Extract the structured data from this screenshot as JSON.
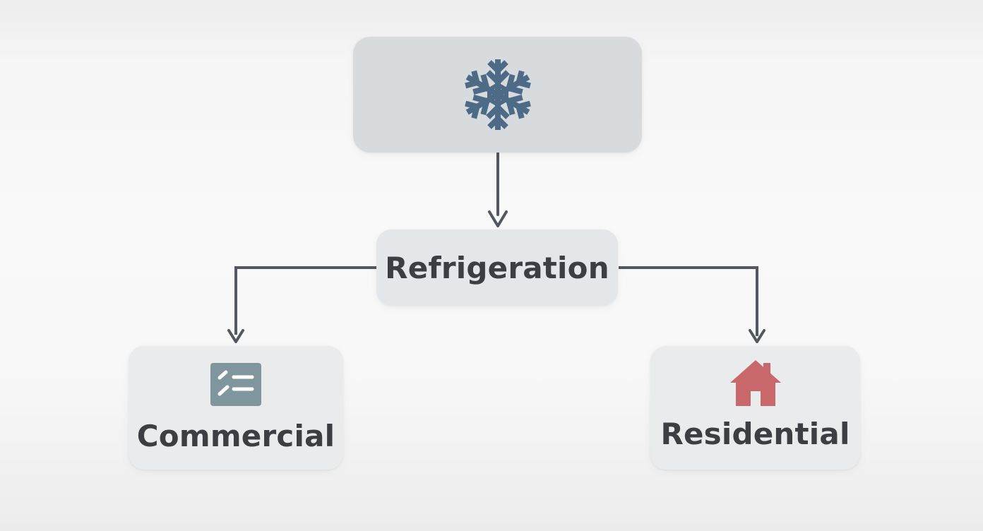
{
  "diagram": {
    "root": {
      "icon": "snowflake-icon",
      "icon_color": "#4d6b86"
    },
    "hub": {
      "label": "Refrigeration"
    },
    "branches": [
      {
        "label": "Commercial",
        "icon": "checklist-icon",
        "icon_color": "#7f969c"
      },
      {
        "label": "Residential",
        "icon": "house-icon",
        "icon_color": "#c8686b"
      }
    ]
  },
  "colors": {
    "connector": "#53585e",
    "text": "#3b3e42"
  }
}
